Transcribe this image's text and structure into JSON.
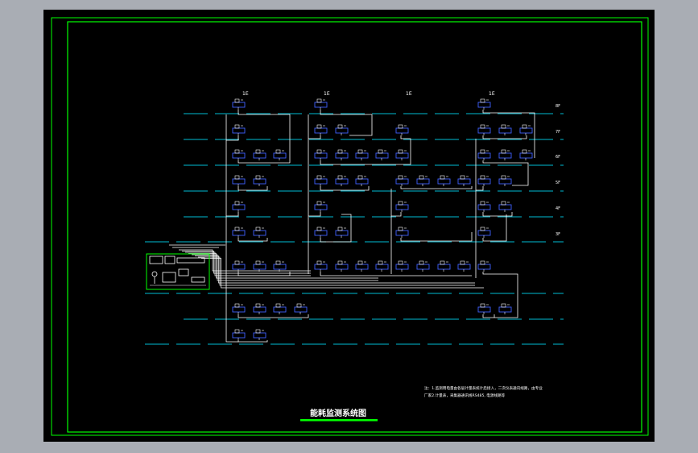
{
  "drawing": {
    "title": "能耗监测系统图",
    "note_lines": [
      "注：1.监测用电量由各层计量表统计后接入，二次仪表通讯线路，由专业",
      "厂家2.计量表，采集器通讯线RS485, 电源线路等"
    ],
    "column_labels": [
      "1E",
      "1E",
      "1E",
      "1E"
    ],
    "floor_labels": [
      "8F",
      "7F",
      "6F",
      "5F",
      "4F",
      "3F"
    ]
  },
  "colors": {
    "frame": "#00ff00",
    "floor_line": "#00bcd4",
    "wire": "#ffffff",
    "meter": "#4060ff",
    "background": "#000000",
    "canvas": "#a9adb4"
  },
  "icons": {
    "meter": "energy-meter-icon",
    "host": "monitoring-host-icon"
  }
}
